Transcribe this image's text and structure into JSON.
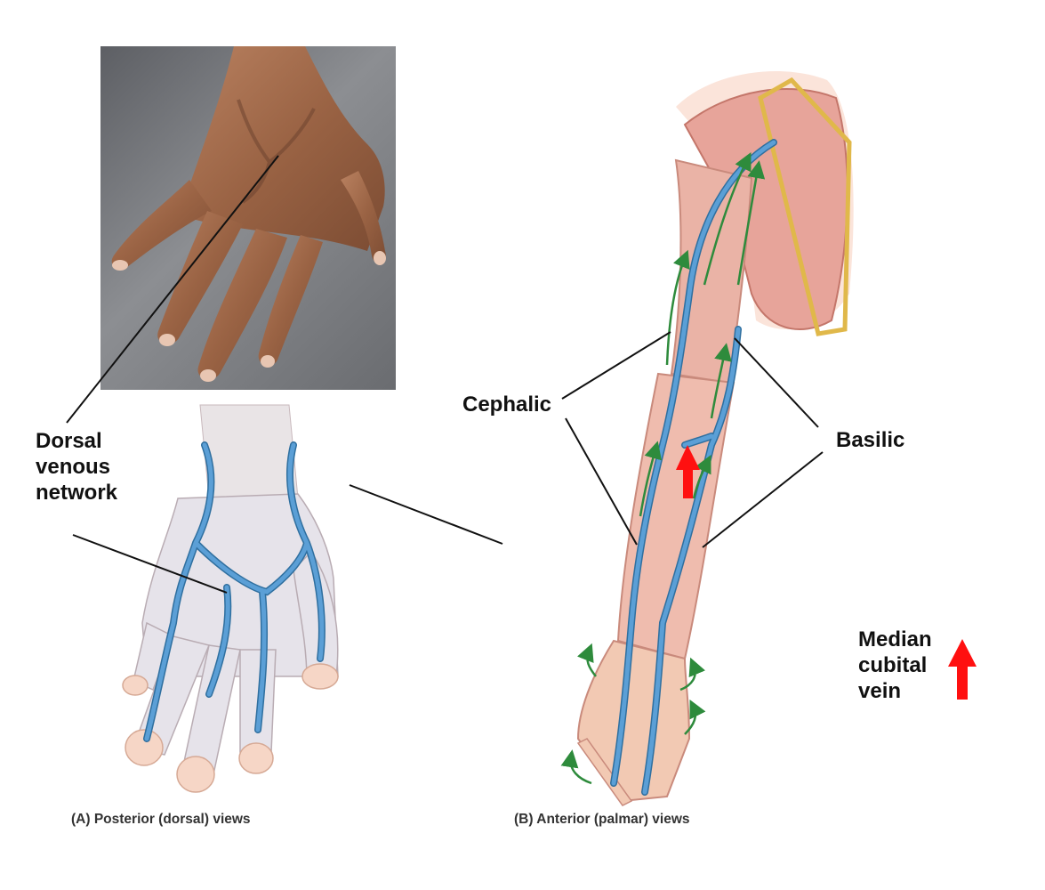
{
  "labels": {
    "dorsal_venous_network": [
      "Dorsal",
      "venous",
      "network"
    ],
    "cephalic": "Cephalic",
    "basilic": "Basilic",
    "median_cubital_vein": [
      "Median",
      "cubital",
      "vein"
    ]
  },
  "captions": {
    "posterior": "(A) Posterior (dorsal) views",
    "anterior": "(B) Anterior (palmar) views"
  },
  "colors": {
    "vein": "#5b9fd6",
    "vein_outline": "#2f6f9f",
    "flow_arrow": "#2e8b3c",
    "median_arrow": "#ff1010",
    "muscle": "#e7a49a",
    "skin": "#f2c9b3",
    "hand_photo_skin": "#a06a4a"
  },
  "icons": [
    "up-arrow-icon",
    "flow-arrow-icon"
  ]
}
